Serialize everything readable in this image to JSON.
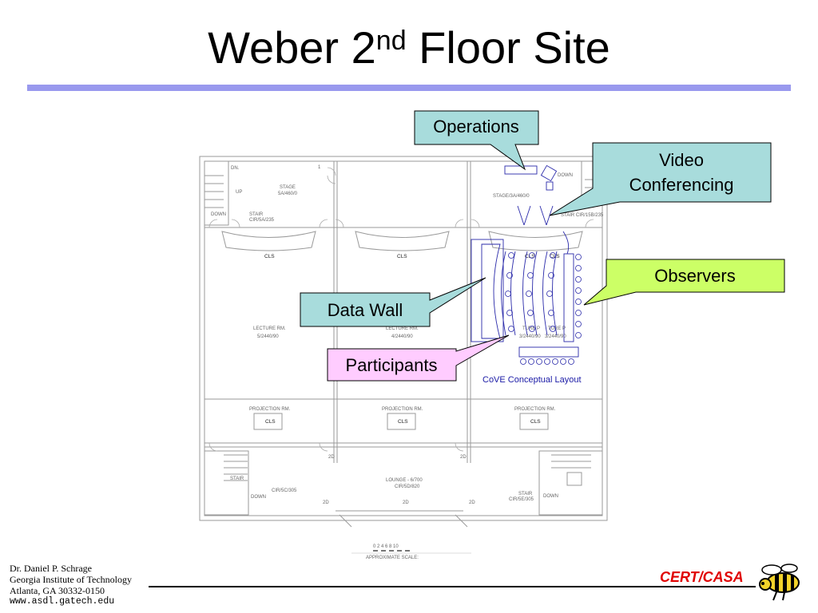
{
  "slide": {
    "title_main": "Weber 2",
    "title_sup": "nd",
    "title_end": " Floor Site"
  },
  "callouts": {
    "operations": "Operations",
    "video_line1": "Video",
    "video_line2": "Conferencing",
    "observers": "Observers",
    "data_wall": "Data Wall",
    "participants": "Participants"
  },
  "plan_labels": {
    "dn": "DN.",
    "up": "UP",
    "down": "DOWN",
    "stair": "STAIR",
    "cir_5a": "CIR/5A/235",
    "stage_label": "STAGE",
    "stage_left": "5A/460/0",
    "stage_right": "STAGE/3A/460/0",
    "cir_right": "STAIR CIR/15B/235",
    "cls": "CLS",
    "lecture_rm": "LECTURE RM.",
    "lecture_5": "5/2440/90",
    "lecture_4": "4/2440/90",
    "ture_p": "TURE P",
    "lecture_3": "3/2440/90",
    "projection_rm": "PROJECTION RM.",
    "two_d": "2D",
    "lounge": "LOUNGE - 6/700",
    "cir_5d": "CIR/5D/820",
    "cir_5c": "CIR/5C/305",
    "stair_cir_5e": "STAIR",
    "cir_5e": "CIR/5E/305",
    "cove": "CoVE Conceptual Layout",
    "scale_nums": "0  2  4  6  8 10",
    "scale_label": "APPROXIMATE SCALE:",
    "marker_1": "1"
  },
  "footer": {
    "name": "Dr. Daniel P. Schrage",
    "org": "Georgia Institute of Technology",
    "address": "Atlanta, GA  30332-0150",
    "web": "www.asdl.gatech.edu",
    "brand": "CERT/CASA"
  },
  "colors": {
    "title_rule": "#9999ee",
    "callout_teal": "#a8dcdc",
    "callout_green": "#ccff66",
    "callout_pink": "#ffccff",
    "brand_red": "#e00000"
  }
}
